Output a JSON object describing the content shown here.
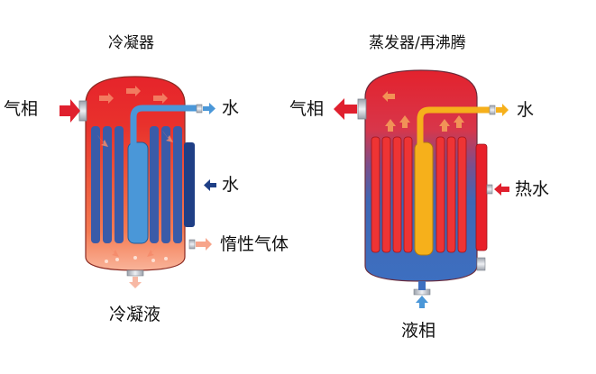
{
  "left": {
    "title": "冷凝器",
    "inlet_label": "气相",
    "water_out_label": "水",
    "water_in_label": "水",
    "inert_label": "惰性气体",
    "bottom_label": "冷凝液"
  },
  "right": {
    "title": "蒸发器/再沸腾",
    "vapor_label": "气相",
    "water_label": "水",
    "hot_water_label": "热水",
    "bottom_label": "液相"
  },
  "colors": {
    "hot_red": "#e8202a",
    "warm_orange": "#f47a4a",
    "tube_blue": "#3a5ba8",
    "dark_blue": "#1f3f86",
    "light_blue": "#4a97d8",
    "yellow": "#f6b01b",
    "flange_gray": "#c8ccd4"
  }
}
